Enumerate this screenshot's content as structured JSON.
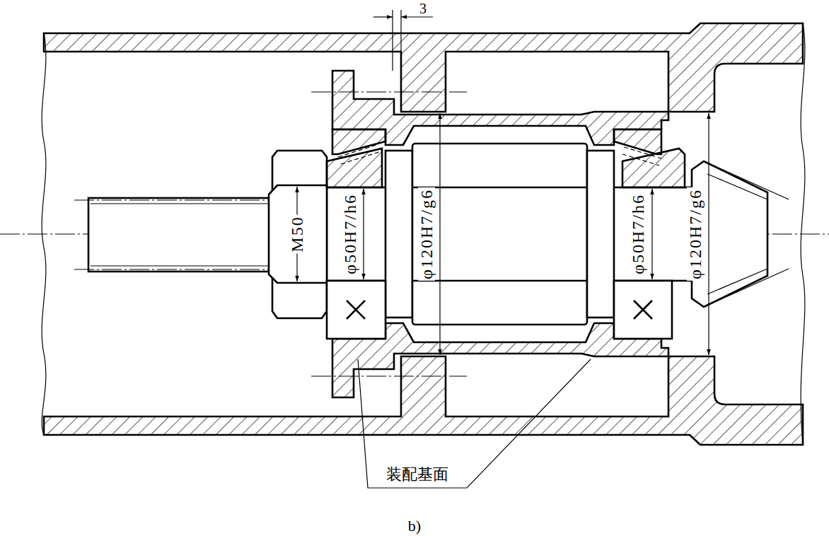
{
  "diagram": {
    "caption": "b)",
    "labels": [
      "3",
      "M50",
      "φ50H7/h6",
      "φ120H7/g6",
      "φ50H7/h6",
      "φ120H7/g6",
      "装配基面"
    ]
  }
}
